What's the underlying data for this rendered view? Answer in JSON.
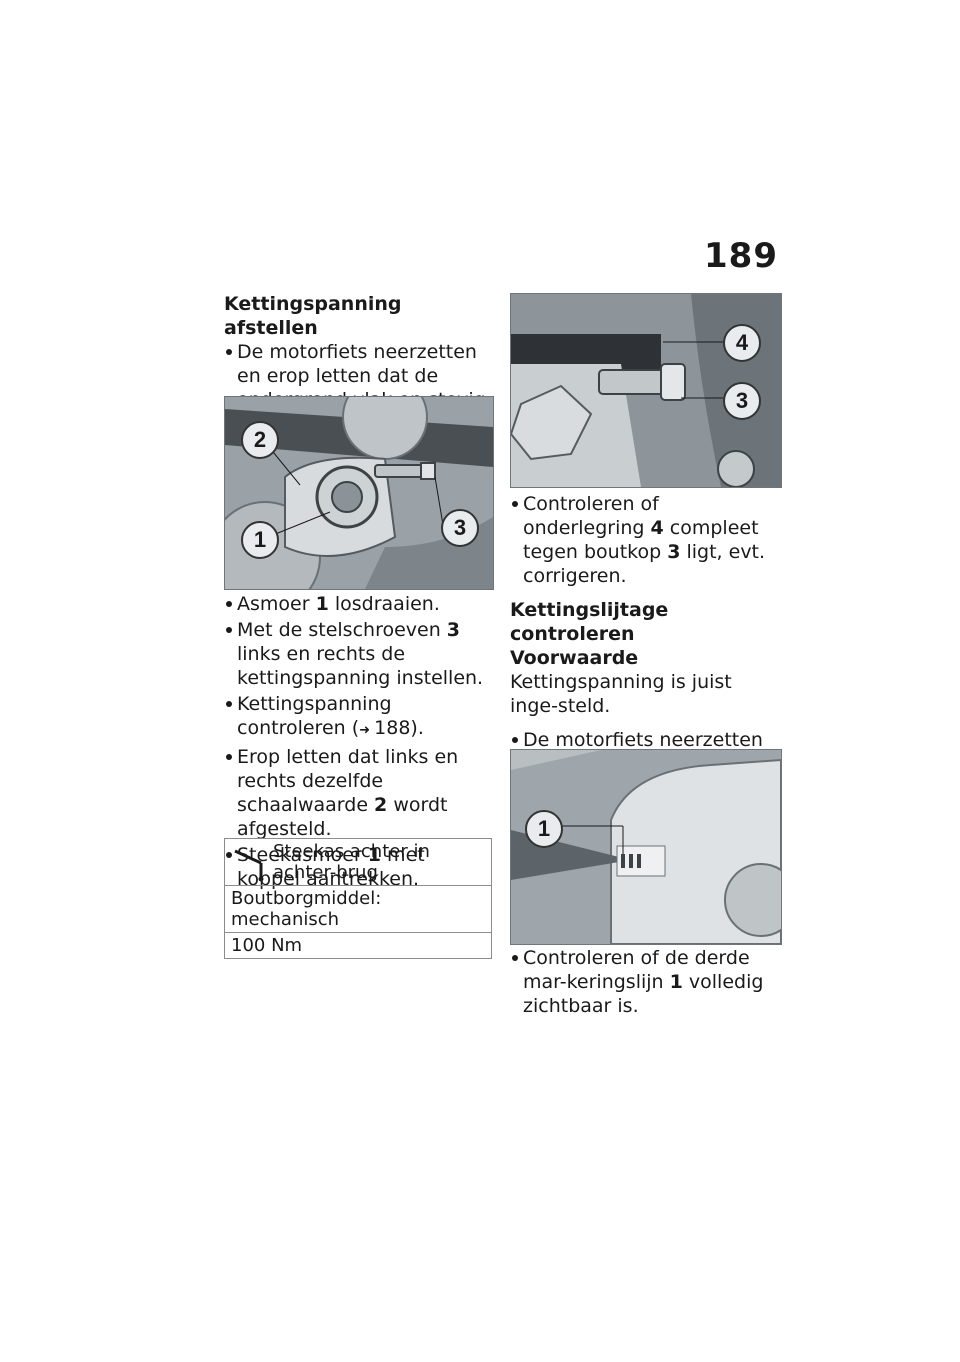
{
  "page": {
    "number": "189"
  },
  "left": {
    "heading": "Kettingspanning afstellen",
    "intro_bullet": "De motorfiets neerzetten en erop letten dat de ondergrond vlak en stevig is.",
    "figure1_labels": [
      "2",
      "1",
      "3"
    ],
    "steps": [
      {
        "pre": "Asmoer ",
        "num": "1",
        "post": " losdraaien."
      },
      {
        "pre": "Met de stelschroeven ",
        "num": "3",
        "post": " links en rechts de kettingspanning instellen."
      },
      {
        "pre": "Kettingspanning controleren (",
        "ref": "188).",
        "post": ""
      },
      {
        "pre": "Erop letten dat links en rechts dezelfde schaalwaarde ",
        "num": "2",
        "post": " wordt afgesteld."
      },
      {
        "pre": "Steekasmoer ",
        "num": "1",
        "post": " met koppel aantrekken."
      }
    ],
    "spec": {
      "title": "Steekas achter in achter-brug",
      "row1": "Boutborgmiddel: mechanisch",
      "row2": "100 Nm",
      "icon": "torque-wrench-icon"
    }
  },
  "right": {
    "figure2_labels": [
      "4",
      "3"
    ],
    "check_bullet": {
      "pre": "Controleren of onderlegring ",
      "num1": "4",
      "mid": " compleet tegen boutkop ",
      "num2": "3",
      "post": " ligt, evt. corrigeren."
    },
    "heading": "Kettingslijtage controleren",
    "subheading": "Voorwaarde",
    "condition": "Kettingspanning is juist inge-steld.",
    "setup_bullet": "De motorfiets neerzetten en erop letten dat de ondergrond vlak en stevig is.",
    "figure3_labels": [
      "1"
    ],
    "final_bullet": {
      "pre": "Controleren of de derde mar-keringslijn ",
      "num": "1",
      "post": " volledig zichtbaar is."
    }
  },
  "colors": {
    "photo_gray": "#a9b0b6",
    "label_circle": "#e9ecee"
  }
}
